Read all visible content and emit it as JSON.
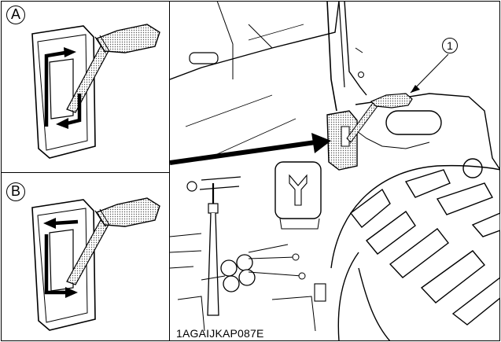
{
  "panels": {
    "a": {
      "label": "A"
    },
    "b": {
      "label": "B"
    }
  },
  "callouts": [
    {
      "label": "1"
    }
  ],
  "figure_code": "1AGAIJKAP087E"
}
